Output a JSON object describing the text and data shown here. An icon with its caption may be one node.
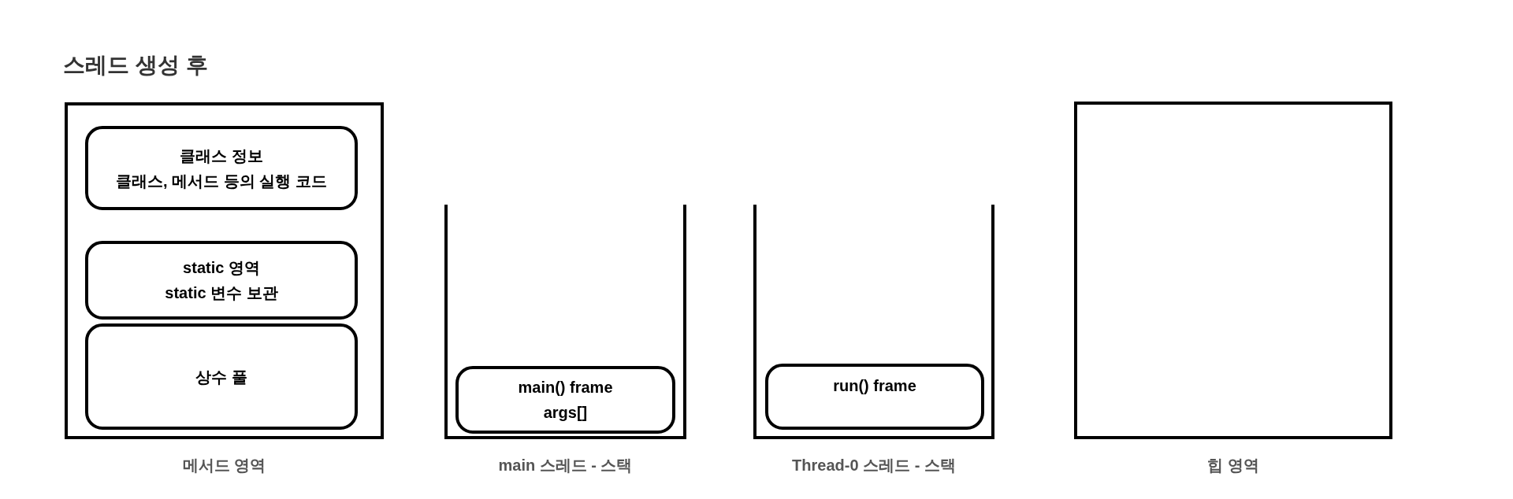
{
  "diagram": {
    "title": "스레드 생성 후",
    "nodes": [
      {
        "text": [
          "메서드 영역"
        ]
      },
      {
        "text": [
          "클래스 정보",
          "클래스, 메서드 등의 실행 코드"
        ],
        "in": 0
      },
      {
        "text": [
          "static 영역",
          "static 변수 보관"
        ],
        "in": 0
      },
      {
        "text": [
          "상수 풀"
        ],
        "in": 0
      },
      {
        "text": [
          "main 스레드 - 스택"
        ]
      },
      {
        "text": [
          "main() frame",
          "args[]"
        ],
        "in": 4
      },
      {
        "text": [
          "Thread-0 스레드 - 스택"
        ]
      },
      {
        "text": [
          "run() frame"
        ],
        "in": 6
      },
      {
        "text": [
          "힙 영역"
        ]
      }
    ]
  }
}
